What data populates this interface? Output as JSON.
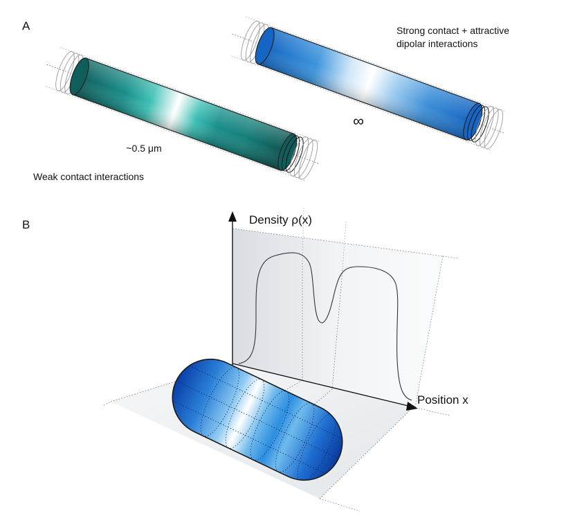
{
  "panel_a": {
    "label": "A",
    "left_rod": {
      "caption": "Weak contact interactions",
      "length_label": "~0.5 μm"
    },
    "right_rod": {
      "caption_line1": "Strong contact + attractive",
      "caption_line2": "dipolar interactions",
      "length_label": "∞"
    }
  },
  "panel_b": {
    "label": "B",
    "y_axis_label": "Density ρ(x)",
    "x_axis_label": "Position x"
  },
  "colors": {
    "teal": "#0e6b66",
    "teal_light": "#41c2b8",
    "blue": "#1d6fc4",
    "blue_dark": "#0a3ea8",
    "blue_light": "#63b4ea"
  }
}
